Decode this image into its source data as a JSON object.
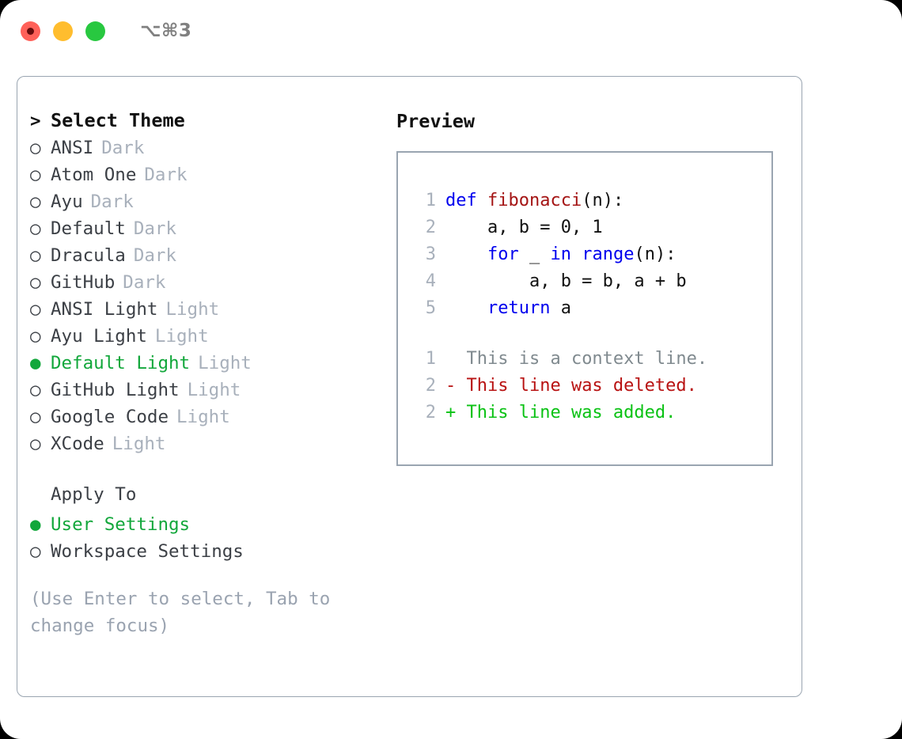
{
  "titlebar": {
    "dots": [
      {
        "name": "close-button",
        "color": "#ff6159",
        "inner": "#660c0c"
      },
      {
        "name": "minimize-button",
        "color": "#ffbd2e",
        "inner": null
      },
      {
        "name": "maximize-button",
        "color": "#28c840",
        "inner": null
      }
    ],
    "shortcut": "⌥⌘3"
  },
  "colors": {
    "accent_green": "#12a73b",
    "muted": "#a8b0bb",
    "hint": "#9aa3b0",
    "text": "#3b3f45",
    "border": "#9aa5b1",
    "keyword_blue": "#0000ee",
    "function_red": "#a41414",
    "diff_add": "#0ac214",
    "diff_del": "#b81212"
  },
  "theme_list": {
    "header_marker": ">",
    "header_label": "Select Theme",
    "items": [
      {
        "marker": "○",
        "name": "ANSI",
        "kind": "Dark",
        "selected": false
      },
      {
        "marker": "○",
        "name": "Atom One",
        "kind": "Dark",
        "selected": false
      },
      {
        "marker": "○",
        "name": "Ayu",
        "kind": "Dark",
        "selected": false
      },
      {
        "marker": "○",
        "name": "Default",
        "kind": "Dark",
        "selected": false
      },
      {
        "marker": "○",
        "name": "Dracula",
        "kind": "Dark",
        "selected": false
      },
      {
        "marker": "○",
        "name": "GitHub",
        "kind": "Dark",
        "selected": false
      },
      {
        "marker": "○",
        "name": "ANSI Light",
        "kind": "Light",
        "selected": false
      },
      {
        "marker": "○",
        "name": "Ayu Light",
        "kind": "Light",
        "selected": false
      },
      {
        "marker": "●",
        "name": "Default Light",
        "kind": "Light",
        "selected": true
      },
      {
        "marker": "○",
        "name": "GitHub Light",
        "kind": "Light",
        "selected": false
      },
      {
        "marker": "○",
        "name": "Google Code",
        "kind": "Light",
        "selected": false
      },
      {
        "marker": "○",
        "name": "XCode",
        "kind": "Light",
        "selected": false
      }
    ]
  },
  "apply_to": {
    "header_label": "Apply To",
    "items": [
      {
        "marker": "●",
        "name": "User Settings",
        "selected": true
      },
      {
        "marker": "○",
        "name": "Workspace Settings",
        "selected": false
      }
    ]
  },
  "hint": "(Use Enter to select, Tab to change focus)",
  "preview": {
    "title": "Preview",
    "code_lines": [
      {
        "ln": "1",
        "tokens": [
          {
            "t": "def ",
            "c": "kw"
          },
          {
            "t": "fibonacci",
            "c": "fn"
          },
          {
            "t": "(n):",
            "c": "plain"
          }
        ]
      },
      {
        "ln": "2",
        "tokens": [
          {
            "t": "    a, b = 0, 1",
            "c": "plain"
          }
        ]
      },
      {
        "ln": "3",
        "tokens": [
          {
            "t": "    ",
            "c": "plain"
          },
          {
            "t": "for",
            "c": "kw"
          },
          {
            "t": " _ ",
            "c": "plain"
          },
          {
            "t": "in",
            "c": "kw"
          },
          {
            "t": " ",
            "c": "plain"
          },
          {
            "t": "range",
            "c": "kw"
          },
          {
            "t": "(n):",
            "c": "plain"
          }
        ]
      },
      {
        "ln": "4",
        "tokens": [
          {
            "t": "        a, b = b, a + b",
            "c": "plain"
          }
        ]
      },
      {
        "ln": "5",
        "tokens": [
          {
            "t": "    ",
            "c": "plain"
          },
          {
            "t": "return",
            "c": "kw"
          },
          {
            "t": " a",
            "c": "plain"
          }
        ]
      }
    ],
    "diff_lines": [
      {
        "ln": "1",
        "sign": " ",
        "text": " This is a context line.",
        "kind": "ctx"
      },
      {
        "ln": "2",
        "sign": "-",
        "text": " This line was deleted.",
        "kind": "del"
      },
      {
        "ln": "2",
        "sign": "+",
        "text": " This line was added.",
        "kind": "add"
      }
    ]
  }
}
